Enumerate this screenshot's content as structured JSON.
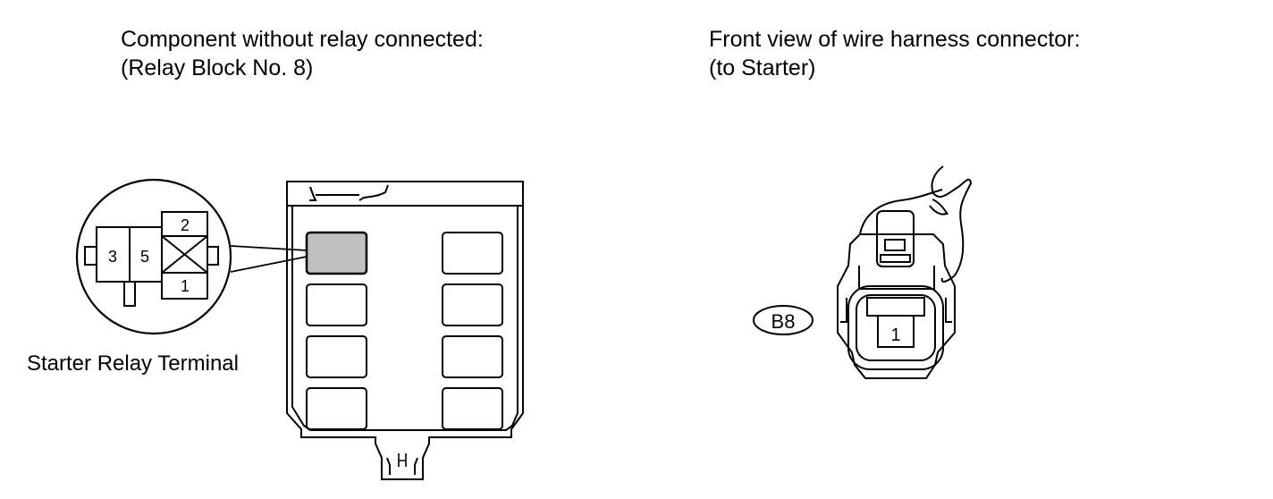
{
  "left_panel": {
    "title_line1": "Component without relay connected:",
    "title_line2": "(Relay Block No. 8)",
    "relay_terminal_label": "Starter Relay Terminal",
    "terminal_numbers": {
      "t3": "3",
      "t5": "5",
      "t2": "2",
      "t1": "1"
    }
  },
  "right_panel": {
    "title_line1": "Front view of wire harness connector:",
    "title_line2": "(to Starter)",
    "connector_code": "B8",
    "pin_number": "1"
  },
  "colors": {
    "highlighted_relay_slot": "#c0c0c0",
    "line": "#000000"
  }
}
